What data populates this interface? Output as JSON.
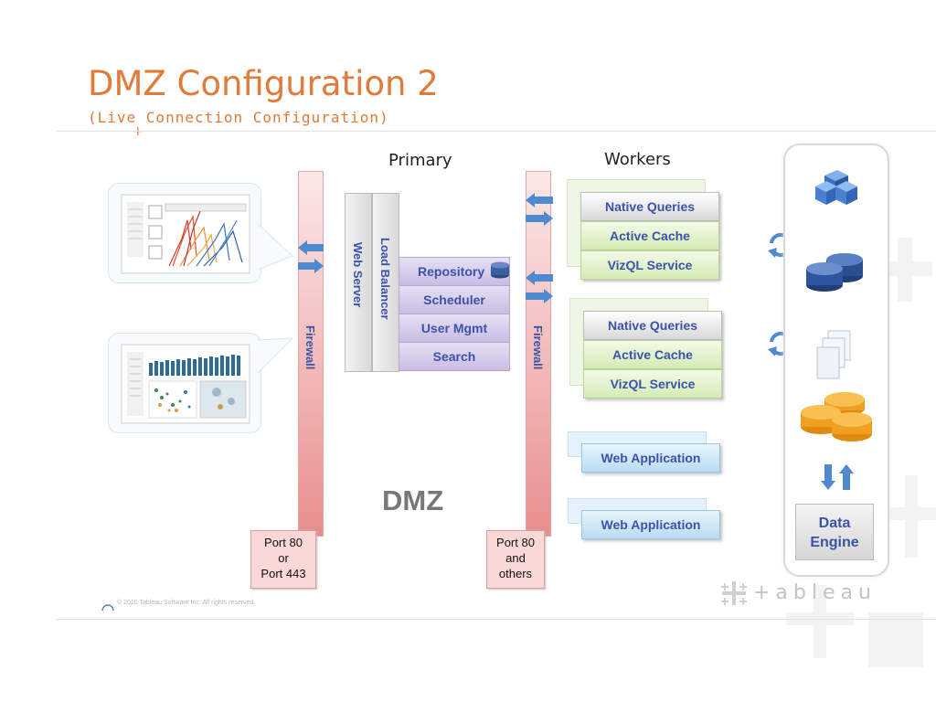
{
  "title": "DMZ Configuration 2",
  "subtitle": "(Live Connection Configuration)",
  "labels": {
    "primary": "Primary",
    "workers": "Workers",
    "dmz": "DMZ"
  },
  "firewall_label": "Firewall",
  "ports": {
    "left": [
      "Port 80",
      "or",
      "Port 443"
    ],
    "right": [
      "Port 80",
      "and",
      "others"
    ]
  },
  "primary": {
    "pillars": [
      "Web Server",
      "Load Balancer"
    ],
    "services": [
      "Repository",
      "Scheduler",
      "User Mgmt",
      "Search"
    ]
  },
  "workers": [
    {
      "services": [
        "Native Queries",
        "Active Cache",
        "VizQL Service"
      ]
    },
    {
      "services": [
        "Native Queries",
        "Active Cache",
        "VizQL Service"
      ]
    },
    {
      "services": [
        "Web Application"
      ]
    },
    {
      "services": [
        "Web Application"
      ]
    }
  ],
  "data_engine": [
    "Data",
    "Engine"
  ],
  "footer": {
    "copyright": "© 2010 Tableau Software Inc. All rights reserved.",
    "logo": "+ableau"
  },
  "colors": {
    "title": "#e07b39",
    "service_text": "#3b53a8",
    "firewall": "#f1b3b3"
  }
}
